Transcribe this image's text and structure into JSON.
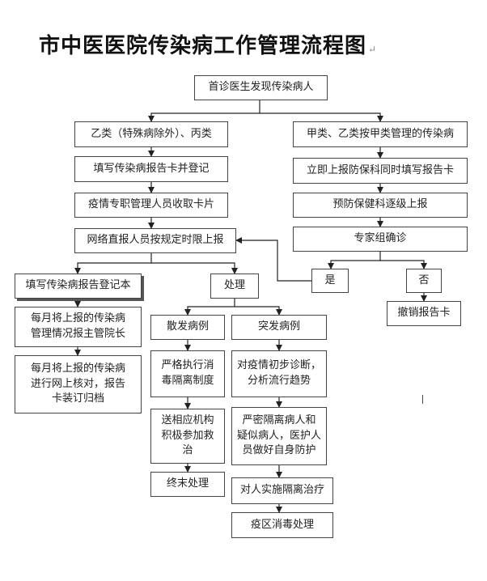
{
  "title": "市中医医院传染病工作管理流程图",
  "title_mark": "↵",
  "nodes": {
    "start": "首诊医生发现传染病人",
    "left_cat": "乙类（特殊病除外）、丙类",
    "right_cat": "甲类、乙类按甲类管理的传染病",
    "fill_card": "填写传染病报告卡并登记",
    "collect_card": "疫情专职管理人员收取卡片",
    "net_report": "网络直报人员按规定时限上报",
    "register_book": "填写传染病报告登记本",
    "handle": "处理",
    "monthly_1": "每月将上报的传染病\n管理情况报主管院长",
    "monthly_2": "每月将上报的传染病\n进行网上核对，报告\n卡装订归档",
    "sporadic": "散发病例",
    "outbreak": "突发病例",
    "disinfect": "严格执行消\n毒隔离制度",
    "send_org": "送相应机构\n积极参加救\n治",
    "final": "终末处理",
    "prelim": "对疫情初步诊断，\n分析流行趋势",
    "isolate": "严密隔离病人和\n疑似病人，医护人\n员做好自身防护",
    "treat": "对人实施隔离治疗",
    "zone_disinfect": "疫区消毒处理",
    "immediate": "立即上报防保科同时填写报告卡",
    "prevention": "预防保健科逐级上报",
    "expert": "专家组确诊",
    "yes": "是",
    "no": "否",
    "cancel": "撤销报告卡"
  }
}
